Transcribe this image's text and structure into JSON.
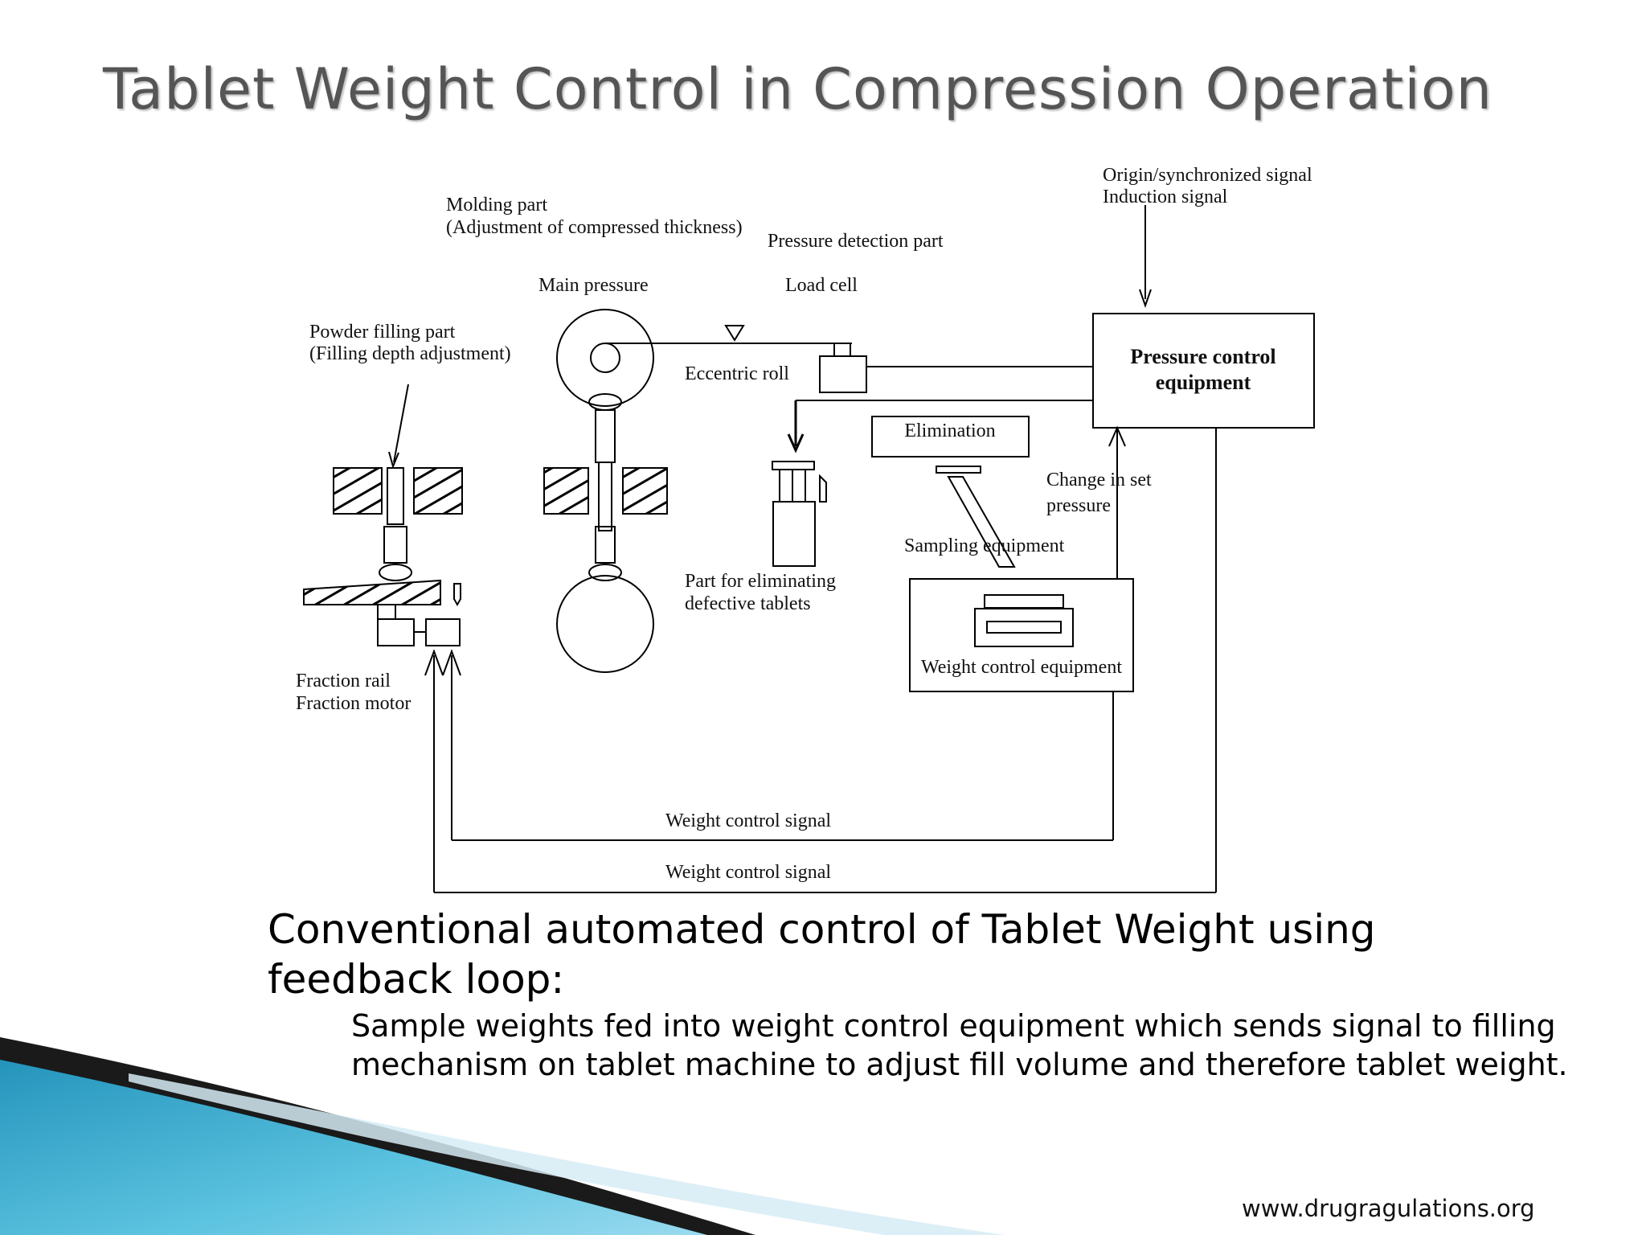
{
  "slide": {
    "title": "Tablet Weight Control in Compression Operation"
  },
  "diagram": {
    "labels": {
      "molding_part": "Molding part",
      "molding_part_detail": "(Adjustment of compressed thickness)",
      "pressure_detection_part": "Pressure detection part",
      "main_pressure": "Main pressure",
      "load_cell": "Load cell",
      "origin_signal": "Origin/synchronized signal",
      "induction_signal": "Induction signal",
      "powder_filling_part": "Powder filling part",
      "filling_depth": "(Filling depth adjustment)",
      "eccentric_roll": "Eccentric roll",
      "pressure_control_line1": "Pressure control",
      "pressure_control_line2": "equipment",
      "elimination": "Elimination",
      "change_in_set": "Change in set",
      "pressure": "pressure",
      "sampling_equipment": "Sampling equipment",
      "part_eliminating_line1": "Part for eliminating",
      "part_eliminating_line2": "defective tablets",
      "weight_control_equipment": "Weight control equipment",
      "fraction_rail": "Fraction rail",
      "fraction_motor": "Fraction motor",
      "weight_control_signal_upper": "Weight control signal",
      "weight_control_signal_lower": "Weight control signal"
    }
  },
  "caption": {
    "main": "Conventional automated control of Tablet Weight using feedback loop:",
    "sub": "Sample weights fed into weight control equipment which sends signal to filling mechanism on tablet machine to adjust fill volume and therefore tablet weight."
  },
  "footer": {
    "url": "www.drugragulations.org"
  },
  "colors": {
    "title": "#555555",
    "accent_blue": "#1f8fb8",
    "accent_dark": "#1a1a1a"
  }
}
